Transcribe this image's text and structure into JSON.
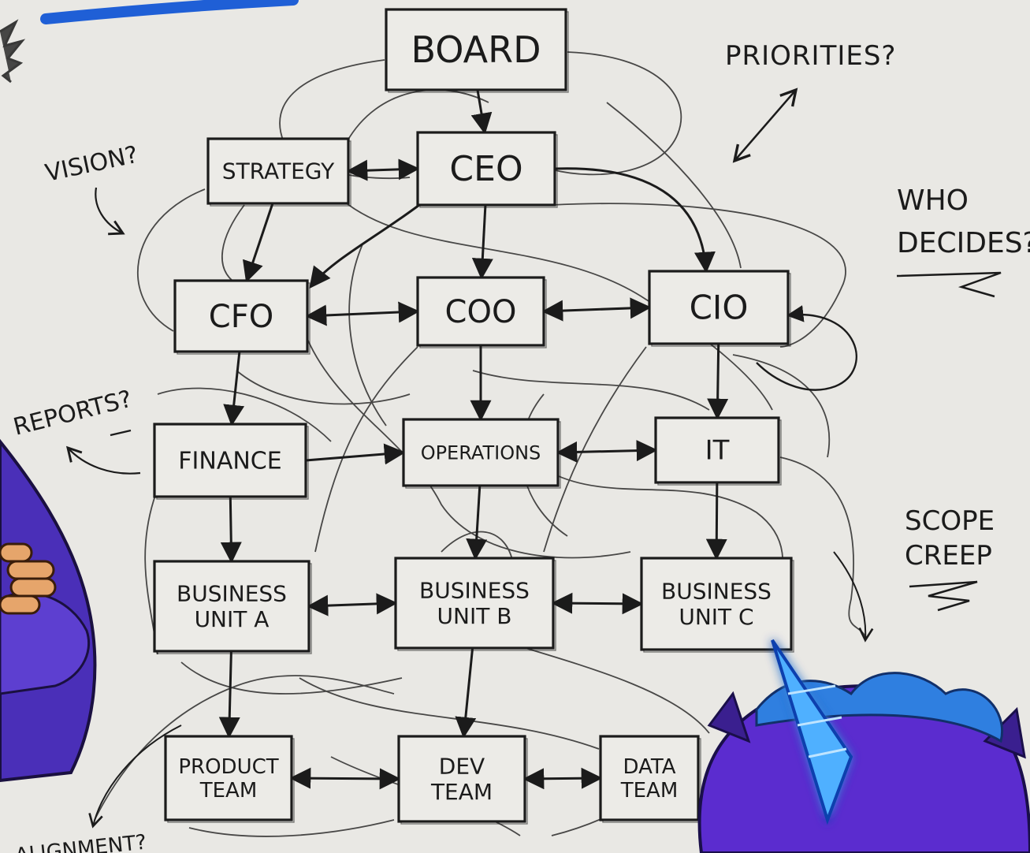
{
  "diagram": {
    "nodes": [
      {
        "id": "board",
        "lines": [
          "BOARD"
        ]
      },
      {
        "id": "ceo",
        "lines": [
          "CEO"
        ]
      },
      {
        "id": "strategy",
        "lines": [
          "STRATEGY"
        ]
      },
      {
        "id": "cfo",
        "lines": [
          "CFO"
        ]
      },
      {
        "id": "coo",
        "lines": [
          "COO"
        ]
      },
      {
        "id": "cio",
        "lines": [
          "CIO"
        ]
      },
      {
        "id": "finance",
        "lines": [
          "FINANCE"
        ]
      },
      {
        "id": "operations",
        "lines": [
          "OPERATIONS"
        ]
      },
      {
        "id": "it",
        "lines": [
          "IT"
        ]
      },
      {
        "id": "bu-a",
        "lines": [
          "BUSINESS",
          "UNIT A"
        ]
      },
      {
        "id": "bu-b",
        "lines": [
          "BUSINESS",
          "UNIT B"
        ]
      },
      {
        "id": "bu-c",
        "lines": [
          "BUSINESS",
          "UNIT C"
        ]
      },
      {
        "id": "product-team",
        "lines": [
          "PRODUCT",
          "TEAM"
        ]
      },
      {
        "id": "dev-team",
        "lines": [
          "DEV",
          "TEAM"
        ]
      },
      {
        "id": "data-team",
        "lines": [
          "DATA",
          "TEAM"
        ]
      }
    ],
    "edges": [
      {
        "from": "board",
        "to": "ceo",
        "type": "arrow"
      },
      {
        "from": "strategy",
        "to": "ceo",
        "type": "double"
      },
      {
        "from": "ceo",
        "to": "coo",
        "type": "arrow"
      },
      {
        "from": "strategy",
        "to": "cfo",
        "type": "arrow"
      },
      {
        "from": "ceo",
        "to": "cfo",
        "type": "arrow"
      },
      {
        "from": "ceo",
        "to": "cio",
        "type": "arrow"
      },
      {
        "from": "cfo",
        "to": "coo",
        "type": "double"
      },
      {
        "from": "coo",
        "to": "cio",
        "type": "double"
      },
      {
        "from": "cfo",
        "to": "finance",
        "type": "arrow"
      },
      {
        "from": "coo",
        "to": "operations",
        "type": "arrow"
      },
      {
        "from": "cio",
        "to": "it",
        "type": "arrow"
      },
      {
        "from": "finance",
        "to": "operations",
        "type": "arrow"
      },
      {
        "from": "operations",
        "to": "it",
        "type": "double"
      },
      {
        "from": "finance",
        "to": "bu-a",
        "type": "arrow"
      },
      {
        "from": "operations",
        "to": "bu-b",
        "type": "arrow"
      },
      {
        "from": "it",
        "to": "bu-c",
        "type": "arrow"
      },
      {
        "from": "bu-a",
        "to": "bu-b",
        "type": "double"
      },
      {
        "from": "bu-b",
        "to": "bu-c",
        "type": "double"
      },
      {
        "from": "bu-a",
        "to": "product-team",
        "type": "arrow"
      },
      {
        "from": "bu-b",
        "to": "dev-team",
        "type": "arrow"
      },
      {
        "from": "product-team",
        "to": "dev-team",
        "type": "double"
      },
      {
        "from": "dev-team",
        "to": "data-team",
        "type": "double"
      }
    ]
  },
  "annotations": {
    "priorities": "PRIORITIES?",
    "vision": "VISION?",
    "who_decides_1": "WHO",
    "who_decides_2": "DECIDES?",
    "reports": "REPORTS?",
    "scope_creep_1": "SCOPE",
    "scope_creep_2": "CREEP",
    "alignment": "ALIGNMENT?"
  },
  "colors": {
    "paper": "#e9e8e4",
    "ink": "#1b1b1b",
    "pen_blue": "#1f5fd6",
    "character_purple": "#4a2fb8",
    "unicorn_blue": "#3aa0ff",
    "unicorn_fur": "#5b2ccf",
    "skin": "#e6a56b"
  }
}
